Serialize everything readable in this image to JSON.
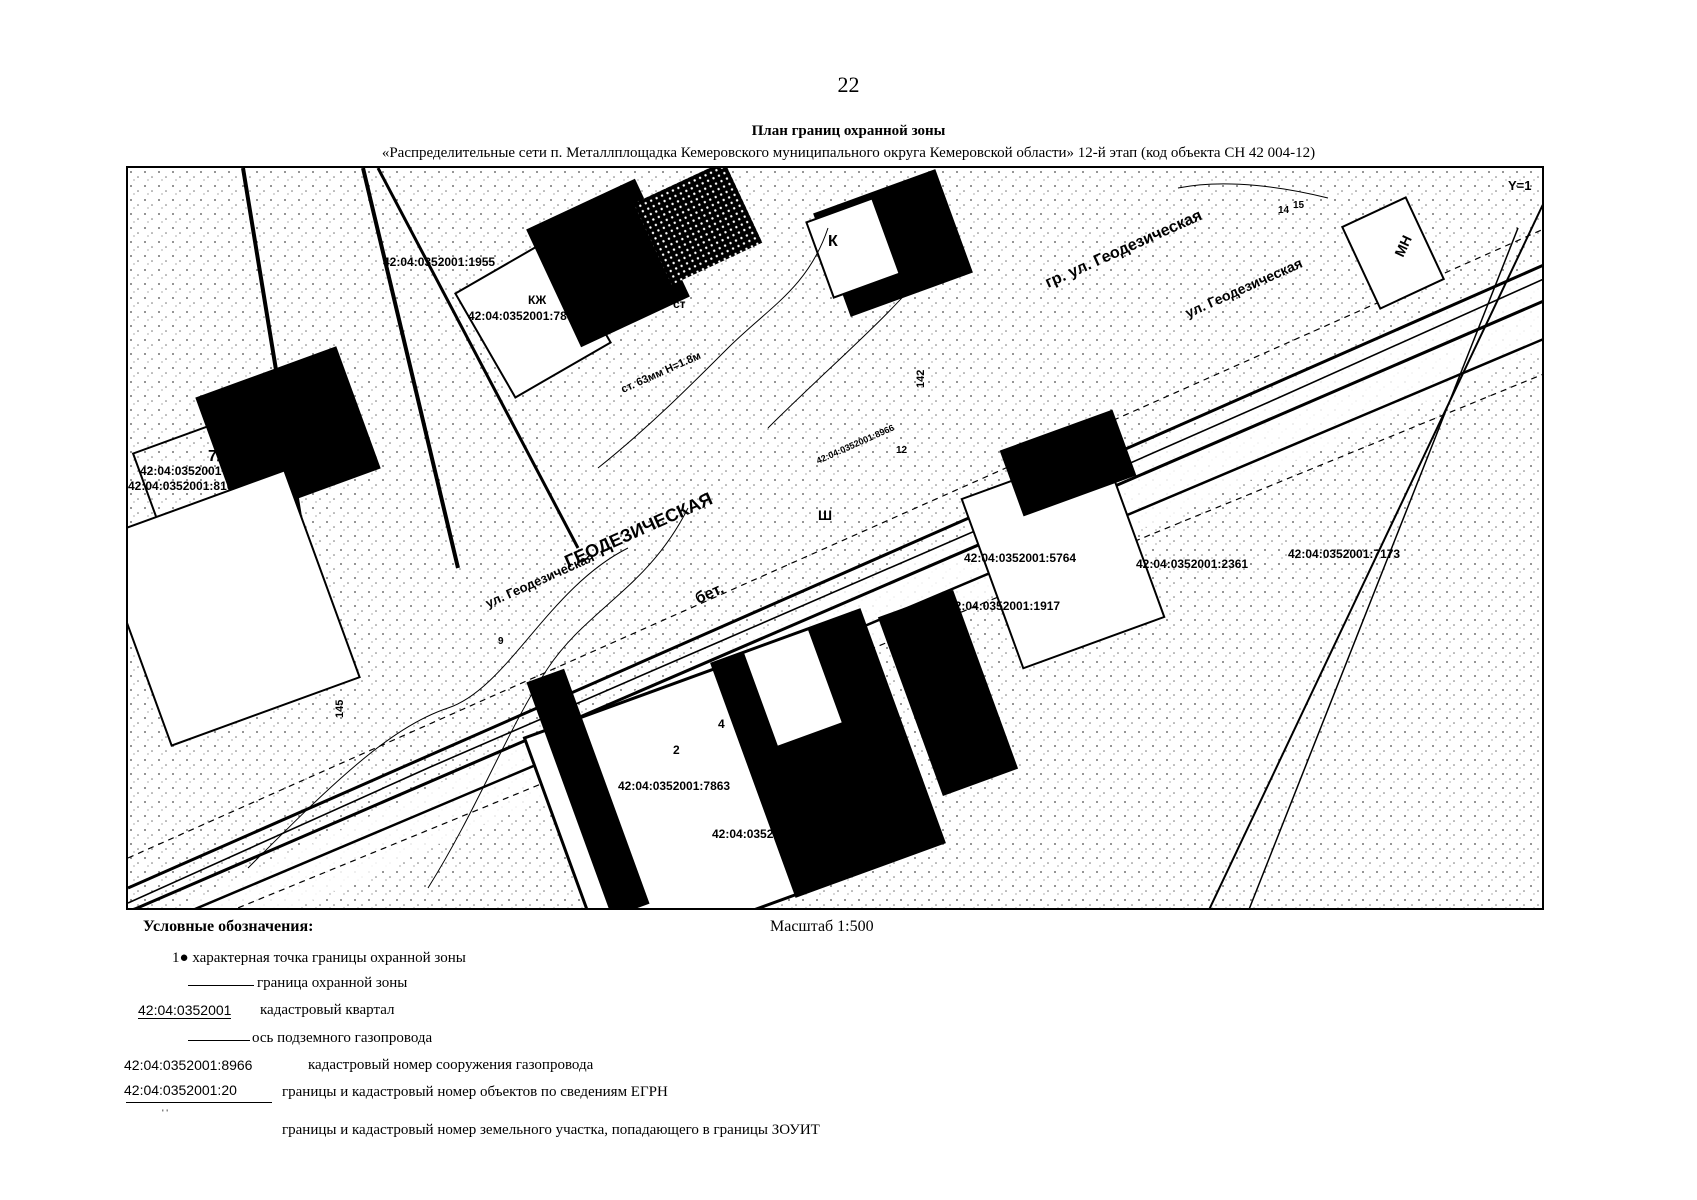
{
  "page": {
    "number": "22",
    "title": "План границ охранной зоны",
    "subtitle": "«Распределительные сети п. Металлплощадка Кемеровского муниципального округа Кемеровской области» 12-й этап (код объекта СН 42 004-12)"
  },
  "map": {
    "street_labels": [
      "ул. Геодезическая",
      "гр. ул. Геодезическая",
      "ГЕОДЕЗИЧЕСКАЯ"
    ],
    "cadastral_labels": [
      "42:04:0352001:1955",
      "42:04:0352001:7869",
      "42:04:0352001:810",
      "42:04:0352001",
      "42:04:0352001:5764",
      "42:04:0352001:1917",
      "42:04:0352001:7173",
      "42:04:0352001:2361",
      "42:04:0352001:7863",
      "42:04:0352001:1915",
      "42:04:0352001:8966"
    ],
    "building_labels": [
      "7/1",
      "К",
      "МН",
      "бет.",
      "Ш",
      "КЖ",
      "КЖ",
      "4",
      "2",
      "ст"
    ],
    "pipe_label": "ст. 63мм Н=1.8м",
    "point_labels": [
      "9",
      "12",
      "14",
      "15"
    ],
    "grid_marks": [
      "Y=1",
      "145",
      "142"
    ]
  },
  "legend": {
    "title": "Условные обозначения:",
    "scale": "Масштаб 1:500",
    "items": [
      {
        "symbol": "1",
        "text": "характерная точка границы охранной зоны"
      },
      {
        "symbol": "",
        "text": "граница охранной зоны"
      },
      {
        "symbol": "42:04:0352001",
        "text": "кадастровый квартал"
      },
      {
        "symbol": "",
        "text": "ось подземного газопровода"
      },
      {
        "symbol": "42:04:0352001:8966",
        "text": "кадастровый номер сооружения газопровода"
      },
      {
        "symbol": "42:04:0352001:20",
        "text": "границы и кадастровый номер объектов по сведениям ЕГРН"
      },
      {
        "symbol": "",
        "text": "границы и кадастровый номер земельного участка, попадающего в границы ЗОУИТ"
      }
    ]
  }
}
